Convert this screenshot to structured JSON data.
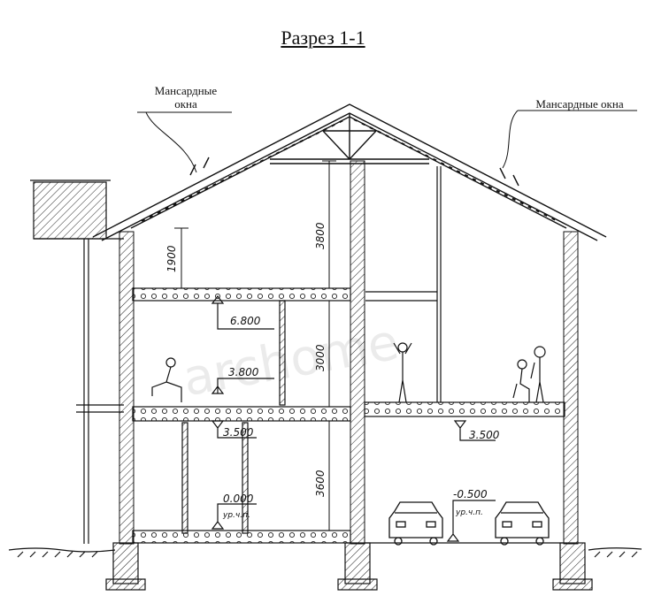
{
  "title": "Разрез 1-1",
  "labels": {
    "attic_windows_left_line1": "Мансардные",
    "attic_windows_left_line2": "окна",
    "attic_windows_right": "Мансардные окна"
  },
  "elevations": {
    "attic_floor": "6.800",
    "second_floor": "3.800",
    "first_ceiling": "3.500",
    "ground_floor": "0.000",
    "ground_floor_note": "ур.ч.п.",
    "garage_ceiling": "3.500",
    "garage_floor": "-0.500",
    "garage_floor_note": "ур.ч.п."
  },
  "dimensions": {
    "knee_wall": "1900",
    "attic_height": "3800",
    "second_storey": "3000",
    "first_storey": "3600"
  },
  "watermark": "archome"
}
